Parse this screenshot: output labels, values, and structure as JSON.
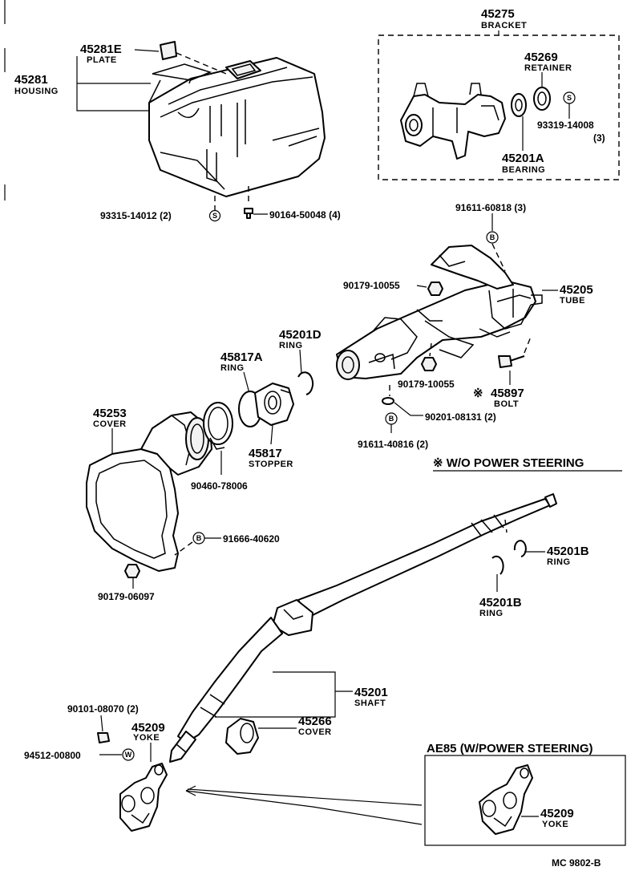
{
  "housing": {
    "plate_pn": "45281E",
    "plate_name": "PLATE",
    "housing_pn": "45281",
    "housing_name": "HOUSING",
    "screw_pn": "93315-14012 (2)",
    "screw_symbol": "S",
    "bolt_pn": "90164-50048 (4)"
  },
  "bracket_box": {
    "bracket_pn": "45275",
    "bracket_name": "BRACKET",
    "retainer_pn": "45269",
    "retainer_name": "RETAINER",
    "screw_pn": "93319-14008",
    "screw_qty": "(3)",
    "screw_symbol": "S",
    "bearing_pn": "45201A",
    "bearing_name": "BEARING"
  },
  "tube": {
    "bolt_top_pn": "91611-60818 (3)",
    "bolt_top_symbol": "B",
    "nut_upper_pn": "90179-10055",
    "nut_lower_pn": "90179-10055",
    "tube_pn": "45205",
    "tube_name": "TUBE",
    "bolt_marked_pn": "45897",
    "bolt_marked_name": "BOLT",
    "bolt_marked_prefix": "※",
    "washer_pn": "90201-08131 (2)",
    "bolt_bottom_pn": "91611-40816 (2)",
    "bolt_bottom_symbol": "B"
  },
  "note": {
    "text": "※ W/O POWER STEERING"
  },
  "rings": {
    "ring_d_pn": "45201D",
    "ring_d_name": "RING",
    "ring_a_pn": "45817A",
    "ring_a_name": "RING",
    "stopper_pn": "45817",
    "stopper_name": "STOPPER"
  },
  "cover": {
    "cover_pn": "45253",
    "cover_name": "COVER",
    "clamp_pn": "90460-78006",
    "bolt_pn": "91666-40620",
    "bolt_symbol": "B",
    "nut_pn": "90179-06097"
  },
  "shaft": {
    "ring_b1_pn": "45201B",
    "ring_b1_name": "RING",
    "ring_b2_pn": "45201B",
    "ring_b2_name": "RING",
    "shaft_pn": "45201",
    "shaft_name": "SHAFT",
    "cover_pn": "45266",
    "cover_name": "COVER"
  },
  "yoke": {
    "bolt_pn": "90101-08070 (2)",
    "washer_pn": "94512-00800",
    "washer_symbol": "W",
    "yoke_pn": "45209",
    "yoke_name": "YOKE"
  },
  "inset": {
    "title": "AE85 (W/POWER STEERING)",
    "yoke_pn": "45209",
    "yoke_name": "YOKE"
  },
  "footer": {
    "code": "MC  9802-B"
  }
}
